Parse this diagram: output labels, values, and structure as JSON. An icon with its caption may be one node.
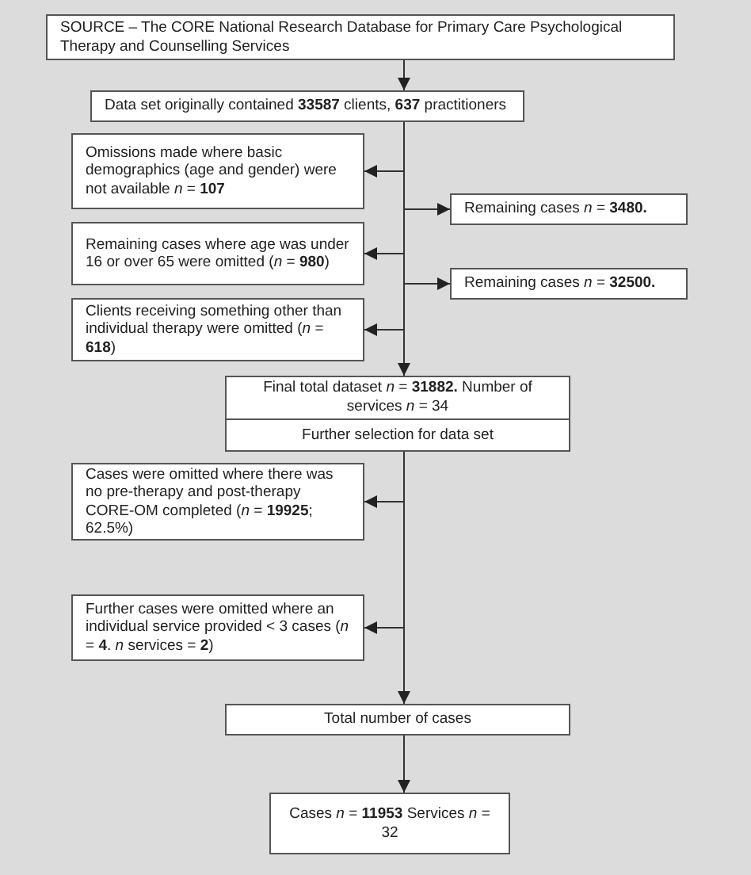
{
  "diagram": {
    "nodes": [
      {
        "text": [
          "SOURCE – The CORE National Research Database for Primary Care Psychological Therapy and Counselling Services"
        ]
      },
      {
        "text": [
          "Data set originally contained **33587** clients, **637** practitioners"
        ]
      },
      {
        "text": [
          "Omissions made where basic demographics (age and gender) were not available *n* = **107**"
        ]
      },
      {
        "text": [
          "Remaining cases *n* = **3480.**"
        ]
      },
      {
        "text": [
          "Remaining cases where age was under 16 or over 65 were omitted (*n* = **980**)"
        ]
      },
      {
        "text": [
          "Remaining cases *n* = **32500.**"
        ]
      },
      {
        "text": [
          "Clients receiving something other than individual therapy were omitted (*n* = **618**)"
        ]
      },
      {
        "text": [
          "Final total dataset *n* = **31882.** Number of services *n* = 34",
          "Further selection for data set"
        ]
      },
      {
        "text": [
          "Cases were omitted where there was no pre-therapy and post-therapy CORE-OM completed (*n* = **19925**; 62.5%)"
        ]
      },
      {
        "text": [
          "Further cases were omitted where an individual service provided < 3 cases (*n* = **4**.  *n* services = **2**)"
        ]
      },
      {
        "text": [
          "Total number of cases"
        ]
      },
      {
        "text": [
          "Cases *n* = **11953** Services *n* = 32"
        ]
      }
    ],
    "edges": [
      {
        "from": 0,
        "to": 1,
        "arrow": "to"
      },
      {
        "from": 1,
        "to": 2,
        "arrow": "to"
      },
      {
        "from": 1,
        "to": 3,
        "arrow": "to"
      },
      {
        "from": 1,
        "to": 4,
        "arrow": "to"
      },
      {
        "from": 1,
        "to": 5,
        "arrow": "to"
      },
      {
        "from": 1,
        "to": 6,
        "arrow": "to"
      },
      {
        "from": 1,
        "to": 7,
        "arrow": "to"
      },
      {
        "from": 7,
        "to": 8,
        "arrow": "to"
      },
      {
        "from": 7,
        "to": 9,
        "arrow": "to"
      },
      {
        "from": 7,
        "to": 10,
        "arrow": "to"
      },
      {
        "from": 10,
        "to": 11,
        "arrow": "to"
      }
    ]
  }
}
